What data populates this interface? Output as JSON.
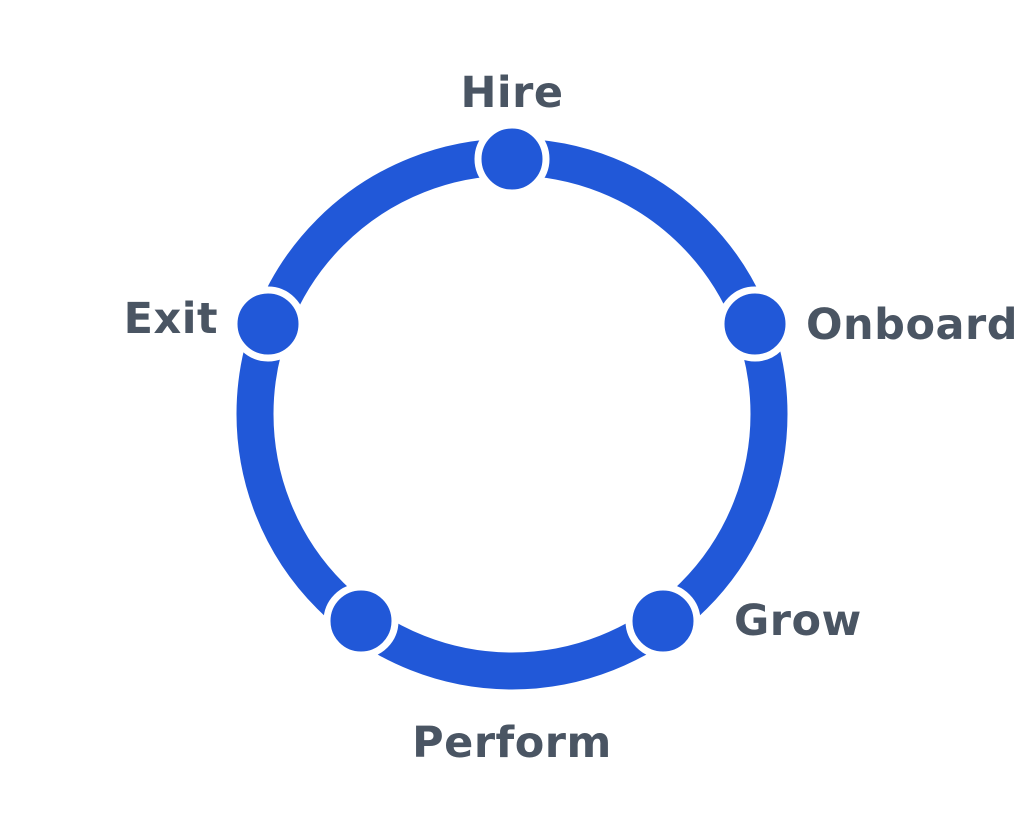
{
  "diagram": {
    "stages": [
      {
        "id": "hire",
        "label": "Hire"
      },
      {
        "id": "onboard",
        "label": "Onboard"
      },
      {
        "id": "grow",
        "label": "Grow"
      },
      {
        "id": "perform",
        "label": "Perform"
      },
      {
        "id": "exit",
        "label": "Exit"
      }
    ],
    "colors": {
      "ring": "#2158d8",
      "node": "#2158d8",
      "node_outline": "#ffffff",
      "label": "#4a5563",
      "background": "#ffffff"
    }
  }
}
